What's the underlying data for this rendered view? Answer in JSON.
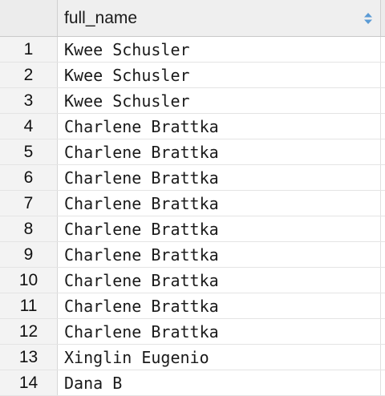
{
  "table": {
    "columns": [
      "full_name"
    ],
    "sort_icon": "sort-up-down-icon",
    "accent_color": "#5b9bd5",
    "rows": [
      {
        "num": "1",
        "full_name": "Kwee Schusler"
      },
      {
        "num": "2",
        "full_name": "Kwee Schusler"
      },
      {
        "num": "3",
        "full_name": "Kwee Schusler"
      },
      {
        "num": "4",
        "full_name": "Charlene Brattka"
      },
      {
        "num": "5",
        "full_name": "Charlene Brattka"
      },
      {
        "num": "6",
        "full_name": "Charlene Brattka"
      },
      {
        "num": "7",
        "full_name": "Charlene Brattka"
      },
      {
        "num": "8",
        "full_name": "Charlene Brattka"
      },
      {
        "num": "9",
        "full_name": "Charlene Brattka"
      },
      {
        "num": "10",
        "full_name": "Charlene Brattka"
      },
      {
        "num": "11",
        "full_name": "Charlene Brattka"
      },
      {
        "num": "12",
        "full_name": "Charlene Brattka"
      },
      {
        "num": "13",
        "full_name": "Xinglin Eugenio"
      },
      {
        "num": "14",
        "full_name": "Dana B"
      }
    ]
  }
}
